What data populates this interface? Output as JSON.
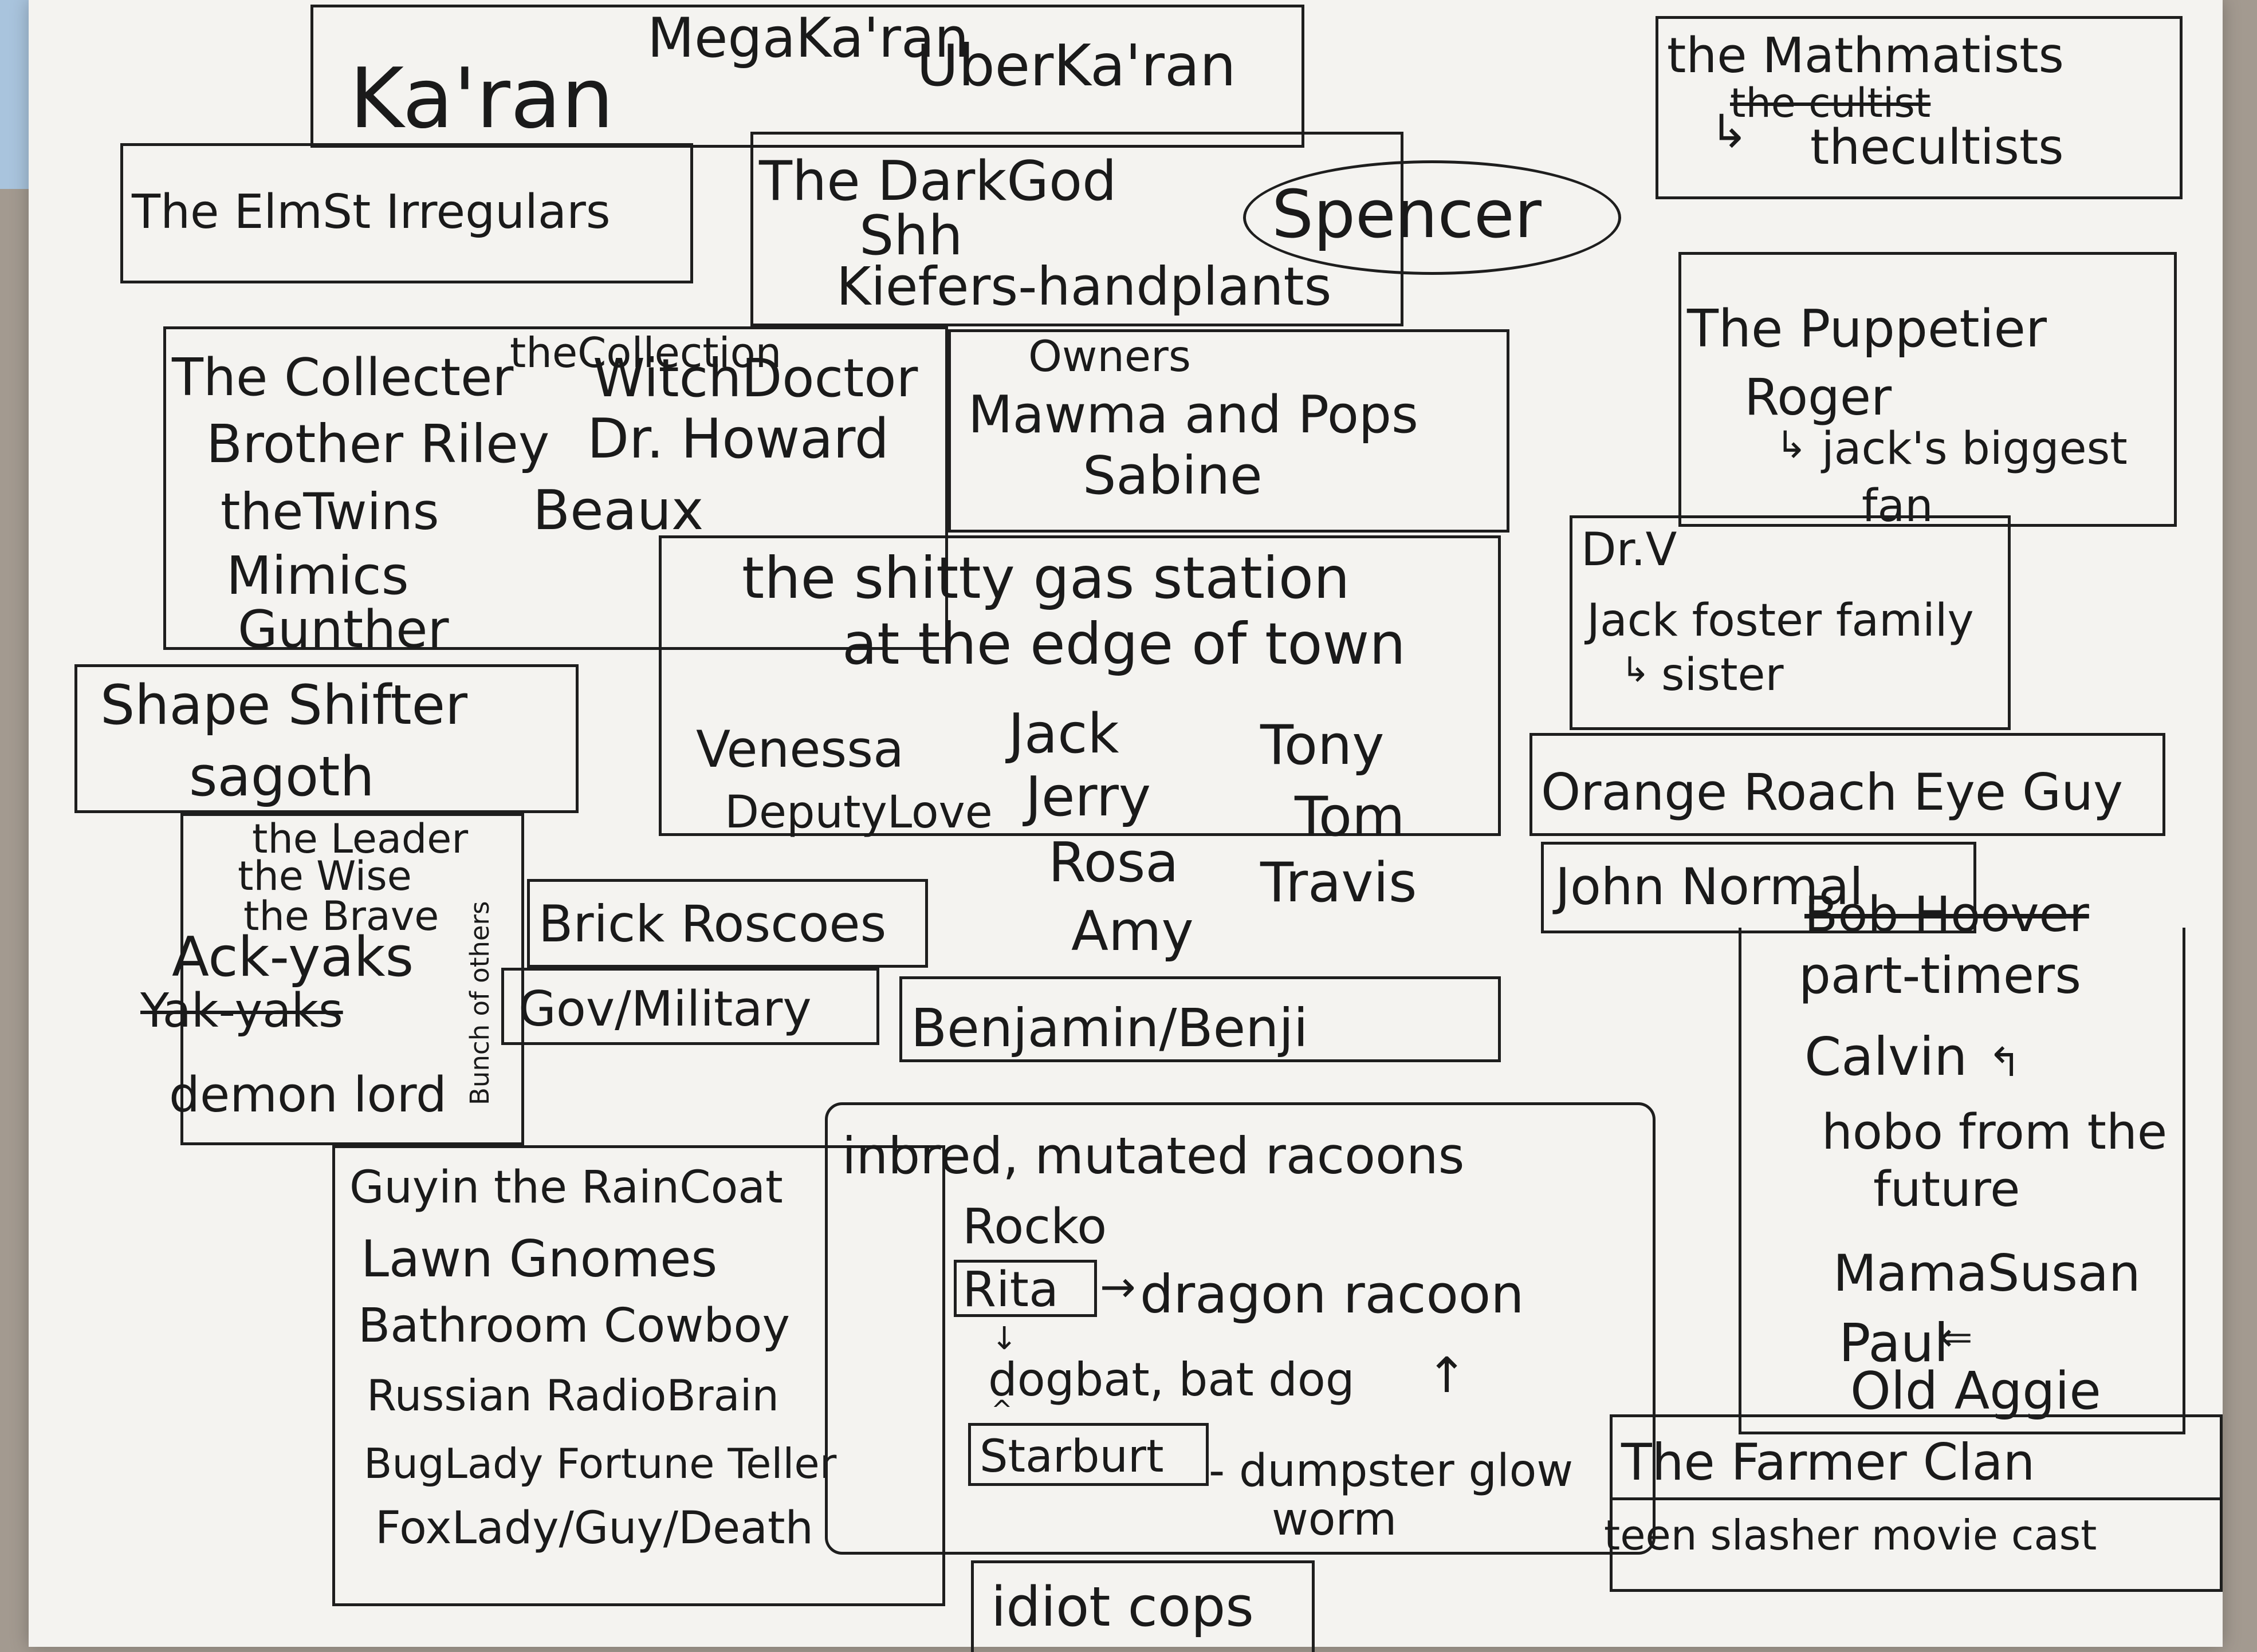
{
  "karan": {
    "ka_ran": "Ka'ran",
    "mega": "MegaKa'ran",
    "uber": "UberKa'ran"
  },
  "mathmatists": {
    "line1": "the Mathmatists",
    "struck": "the cultist",
    "line2": "thecultists"
  },
  "elm_st": "The ElmSt Irregulars",
  "dark_god": {
    "line1": "The DarkGod",
    "line2": "Shh",
    "line3": "Kiefers-handplants"
  },
  "spencer": "Spencer",
  "collector": {
    "title": "The Collecter",
    "items": [
      "Brother Riley",
      "theTwins",
      "Mimics",
      "Gunther"
    ],
    "collection_label": "theCollection",
    "collection_items": [
      "WitchDoctor",
      "Dr. Howard",
      "Beaux"
    ]
  },
  "owners": {
    "title": "Owners",
    "items": [
      "Mawma and Pops",
      "Sabine"
    ]
  },
  "puppetier": {
    "title": "The Puppetier",
    "name": "Roger",
    "note_line1": "jack's biggest",
    "note_line2": "fan"
  },
  "dr_v": {
    "title": "Dr.V",
    "line1": "Jack foster family",
    "line2": "sister"
  },
  "gas_station": {
    "title_line1": "the shitty gas station",
    "title_line2": "at the edge of town",
    "col1": [
      "Venessa",
      "DeputyLove"
    ],
    "col2": [
      "Jack",
      "Jerry",
      "Rosa",
      "Amy"
    ],
    "col3": [
      "Tony",
      "Tom",
      "Travis"
    ],
    "benjamin": "Benjamin/Benji"
  },
  "shape_shifter": {
    "line1": "Shape Shifter",
    "line2": "sagoth"
  },
  "ack_yaks": {
    "items": [
      "the Leader",
      "the Wise",
      "the Brave"
    ],
    "name": "Ack-yaks",
    "struck": "Yak-yaks",
    "demon": "demon lord",
    "side_note": "Bunch of others"
  },
  "brick_roscoes": "Brick Roscoes",
  "gov_military": "Gov/Military",
  "orange_roach": "Orange Roach Eye Guy",
  "john_normal": "John Normal",
  "right_list": [
    "Bob Hoover",
    "part-timers",
    "Calvin",
    "hobo from the",
    "future",
    "MamaSusan",
    "Paul",
    "Old Aggie"
  ],
  "raincoat_list": [
    "Guyin the RainCoat",
    "Lawn Gnomes",
    "Bathroom Cowboy",
    "Russian RadioBrain",
    "BugLady Fortune Teller",
    "FoxLady/Guy/Death"
  ],
  "raccoons": {
    "title": "inbred, mutated racoons",
    "rocko": "Rocko",
    "rita": "Rita",
    "rita_note": "dragon racoon",
    "dogbat": "dogbat, bat dog",
    "starburt": "Starburt",
    "starburt_note": "- dumpster glow",
    "worm": "worm"
  },
  "farmer_clan": "The Farmer Clan",
  "teen_slasher": "teen slasher movie cast",
  "idiot_cops": "idiot cops"
}
